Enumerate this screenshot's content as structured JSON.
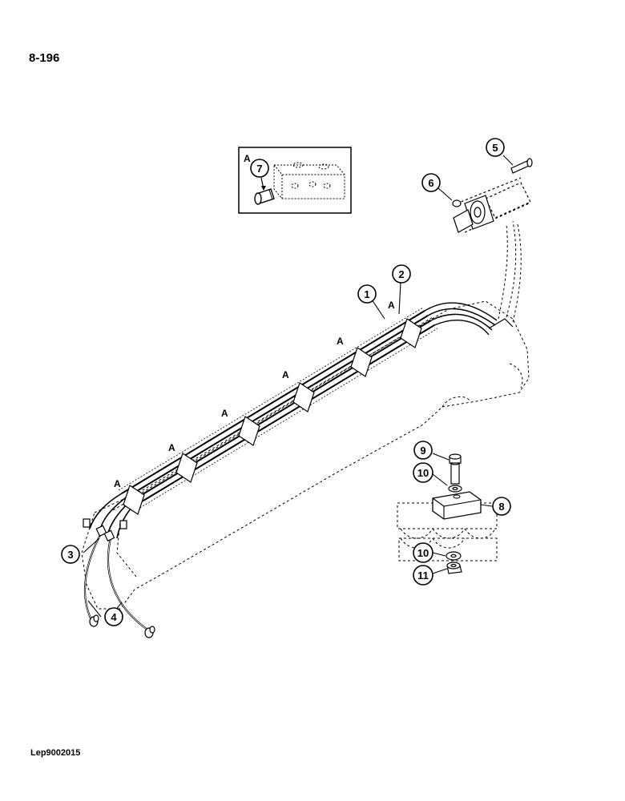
{
  "page_number": "8-196",
  "footer_code": "Lep9002015",
  "detail_inset": {
    "label": "A",
    "callout": "7"
  },
  "callouts": {
    "c1": "1",
    "c2": "2",
    "c3": "3",
    "c4": "4",
    "c5": "5",
    "c6": "6",
    "c8": "8",
    "c9": "9",
    "c10a": "10",
    "c10b": "10",
    "c11": "11"
  },
  "clamp_markers": [
    "A",
    "A",
    "A",
    "A",
    "A",
    "A"
  ]
}
